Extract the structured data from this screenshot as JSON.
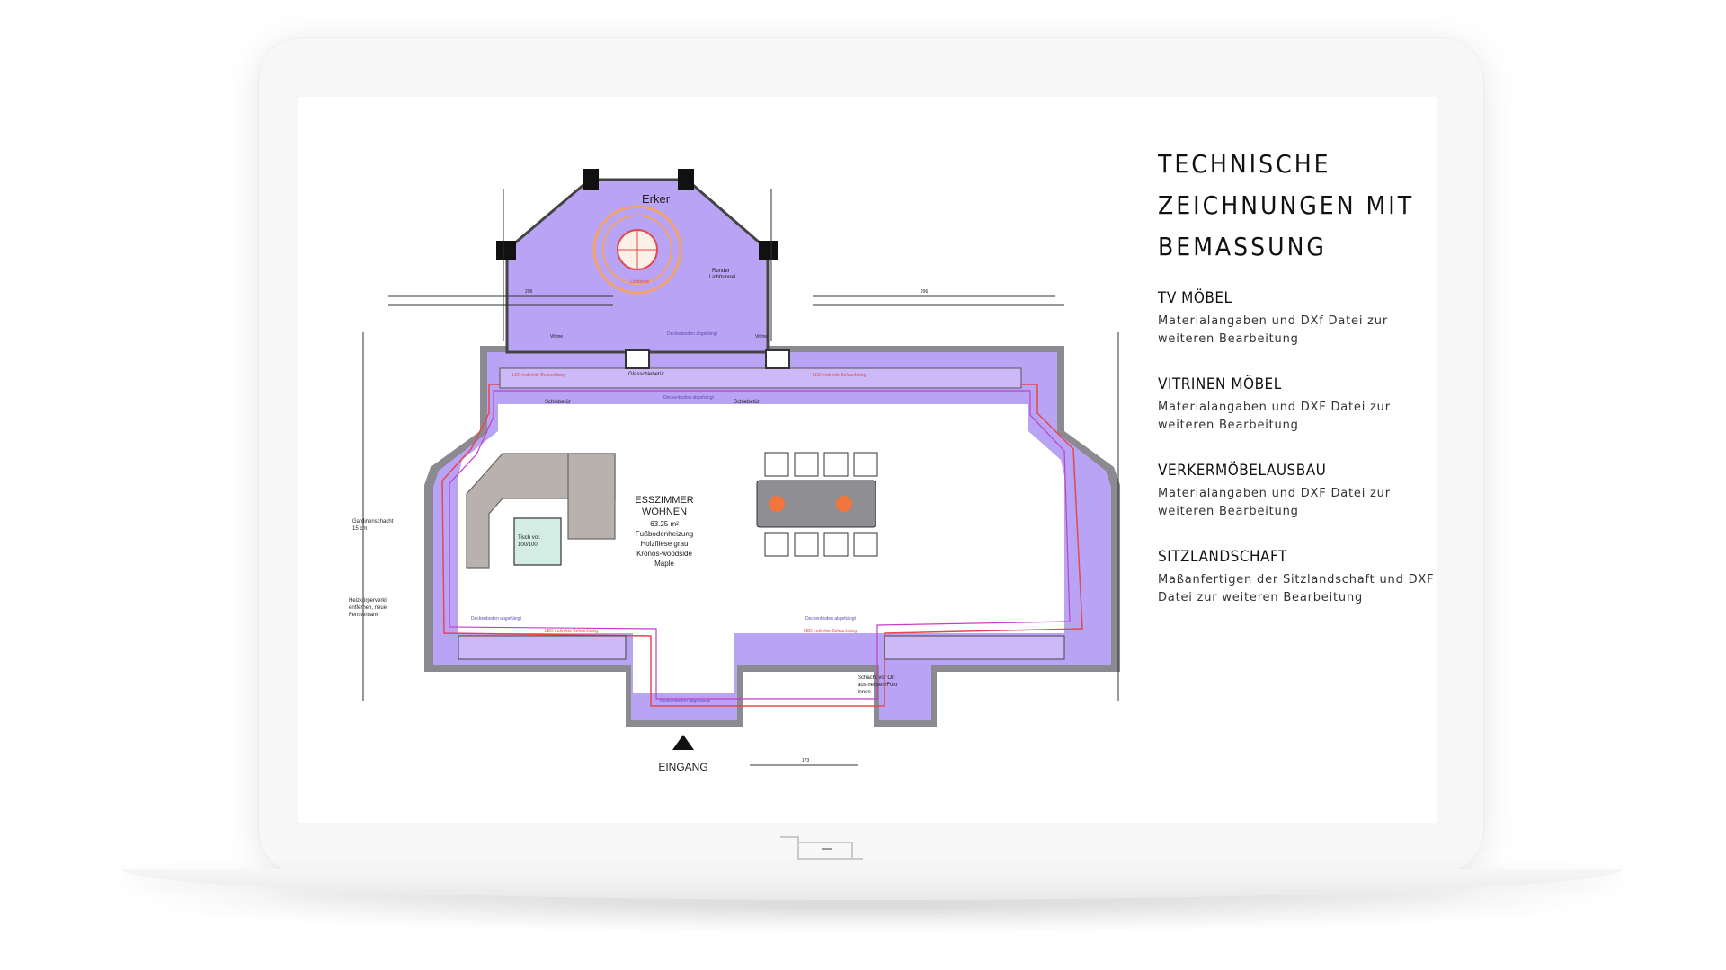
{
  "panel": {
    "title": "TECHNISCHE ZEICHNUNGEN MIT BEMASSUNG",
    "sections": [
      {
        "heading": "TV MÖBEL",
        "text": "Materialangaben und DXf Datei zur weiteren Bearbeitung"
      },
      {
        "heading": "VITRINEN MÖBEL",
        "text": "Materialangaben und DXF Datei zur weiteren Bearbeitung"
      },
      {
        "heading": "VERKERMÖBELAUSBAU",
        "text": "Materialangaben und DXF Datei zur weiteren Bearbeitung"
      },
      {
        "heading": "SITZLANDSCHAFT",
        "text": "Maßanfertigen der Sitzlandschaft und DXF Datei zur weiteren Bearbeitung"
      }
    ]
  },
  "plan": {
    "room_title_1": "ESSZIMMER",
    "room_title_2": "WOHNEN",
    "area": "63.25 m²",
    "heating": "Fußbodenheizung",
    "floor_1": "Holzfliese grau",
    "floor_2": "Kronos-woodside",
    "floor_3": "Maple",
    "erker": "Erker",
    "entrance": "EINGANG",
    "table_label_1": "Tisch vor.",
    "table_label_2": "100/100",
    "vitrine_left": "Vitrine",
    "vitrine_right": "Vitrine",
    "glass_door": "Glasschiebetür",
    "sliding_left": "Schiebetür",
    "sliding_right": "Schiebetür",
    "curtain_1": "Gardinenschacht",
    "curtain_2": "15 cm",
    "heater_1": "Heizkörperverkl.",
    "heater_2": "entfernen, neue",
    "heater_3": "Fensterbank",
    "shaft_1": "Schacht vor Ort",
    "shaft_2": "ausmessen/Foto",
    "shaft_3": "innen",
    "ceiling_1": "Deckenboden abgehängt",
    "ceiling_2": "Deckenboden abgehängt",
    "ceiling_3": "Deckenboden abgehängt",
    "ceiling_4": "Deckenboden abgehängt",
    "ceiling_5": "Deckenboden abgehängt",
    "led_1": "LED indirekte Beleuchtung",
    "led_2": "LED indirekte Beleuchtung",
    "led_3": "LED indirekte Beleuchtung",
    "led_4": "LED indirekte Beleuchtung",
    "light_ring": "Lichtkreis",
    "round_tunnel_1": "Runder",
    "round_tunnel_2": "Lichttunnel",
    "dim_1": "296",
    "dim_2": "296",
    "dim_3": "173"
  },
  "colors": {
    "fill_purple": "#b9a3f5",
    "wall_grey": "#7f7f85",
    "led_line": "#e5484d",
    "floor_white": "#ffffff",
    "sofa": "#b9b1ad"
  }
}
